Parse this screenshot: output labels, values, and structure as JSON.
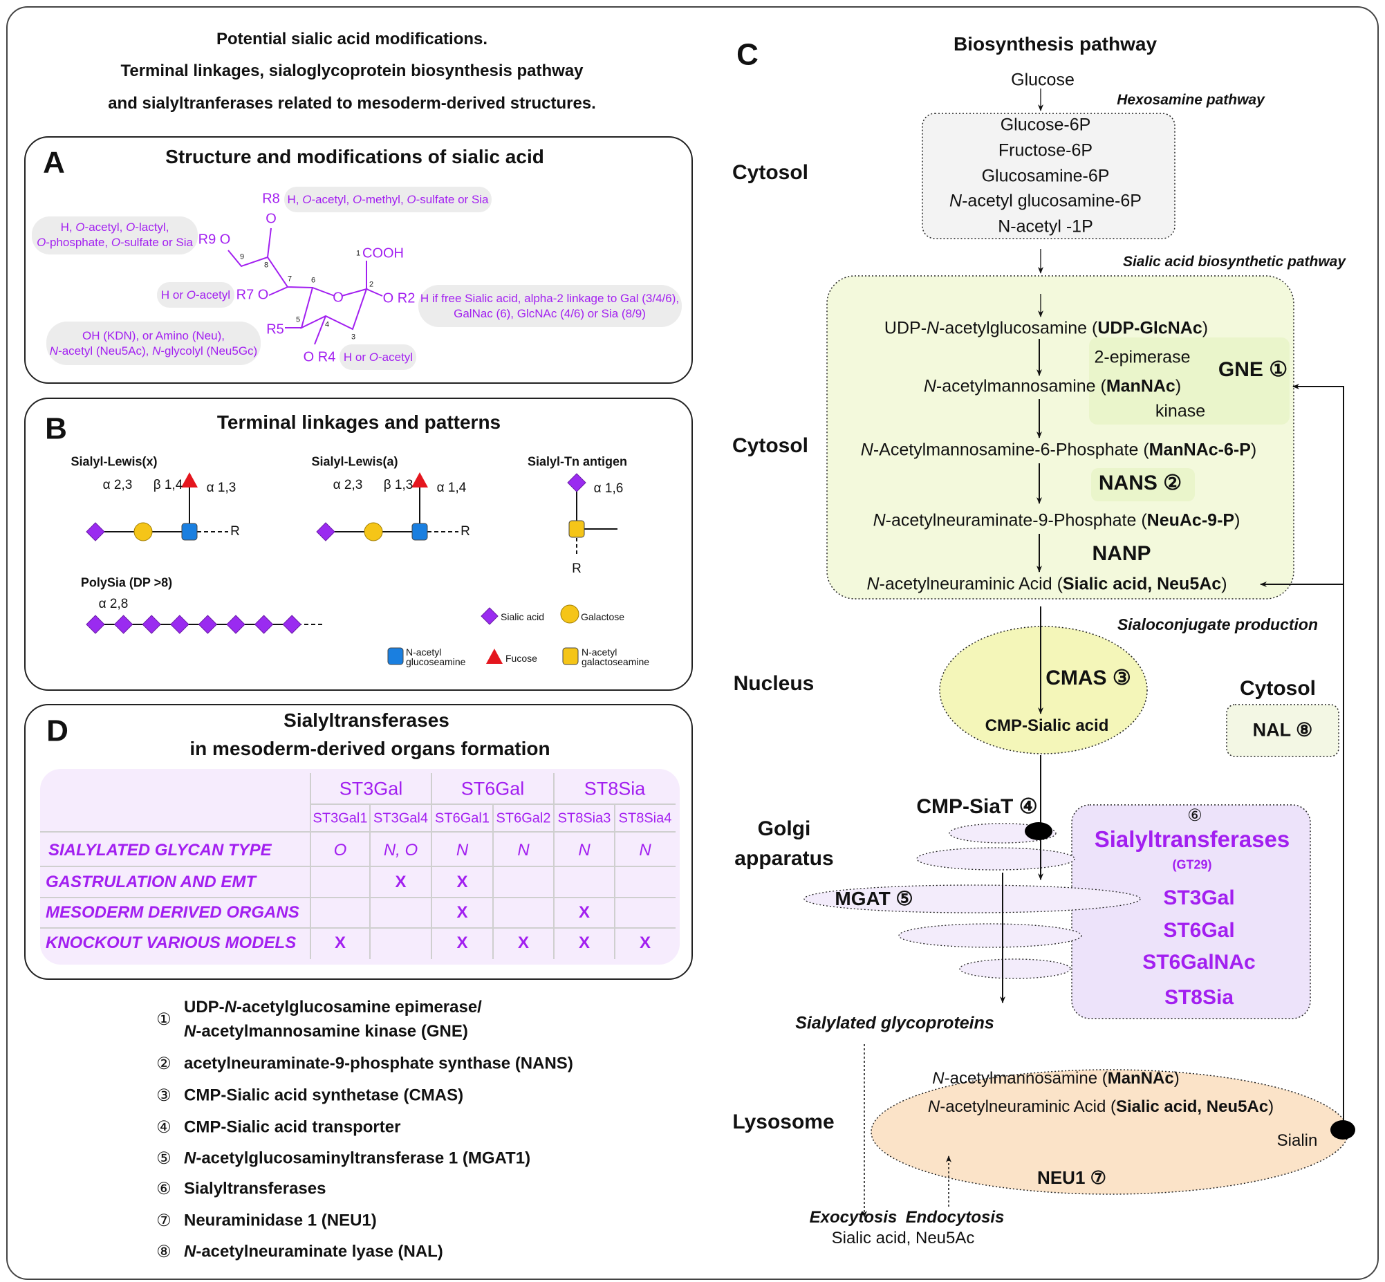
{
  "header": {
    "lines": [
      "Potential sialic acid modifications.",
      "Terminal linkages, sialoglycoprotein biosynthesis pathway",
      "and sialyltranferases related to mesoderm-derived structures."
    ]
  },
  "colors": {
    "purple_text": "#a21ff0",
    "sialic_acid": "#9a2bf0",
    "galactose": "#f5c518",
    "n_acetylglucosamine": "#1a7fe0",
    "fucose": "#e4161e",
    "n_acetylgalactosamine": "#f5c518",
    "cytosol_box": "#f3f9dc",
    "nucleus": "#f4f6b9",
    "lysosome": "#fbe3c8",
    "sialyltransferase_box": "#ede3fa"
  },
  "panel_a": {
    "letter": "A",
    "title": "Structure and modifications of sialic acid",
    "atoms": {
      "r8": "R8",
      "o8": "O",
      "r9": "R9 O",
      "c9": "9",
      "c8": "8",
      "c7": "7",
      "c6": "6",
      "ring_o": "O",
      "c2": "2",
      "c1": "1",
      "cooh": "COOH",
      "r2": "O R2",
      "c3": "3",
      "c4": "4",
      "c5": "5",
      "r5": "R5",
      "r7": "R7 O",
      "r4": "O R4"
    },
    "notes": {
      "r8": [
        {
          "t": "H, "
        },
        {
          "t": "O",
          "s": "i"
        },
        {
          "t": "-acetyl, "
        },
        {
          "t": "O",
          "s": "i"
        },
        {
          "t": "-methyl, "
        },
        {
          "t": "O",
          "s": "i"
        },
        {
          "t": "-sulfate or Sia"
        }
      ],
      "r9": [
        {
          "t": "H, "
        },
        {
          "t": "O",
          "s": "i"
        },
        {
          "t": "-acetyl, "
        },
        {
          "t": "O",
          "s": "i"
        },
        {
          "t": "-lactyl,"
        },
        {
          "br": true
        },
        {
          "t": "O",
          "s": "i"
        },
        {
          "t": "-phosphate, "
        },
        {
          "t": "O",
          "s": "i"
        },
        {
          "t": "-sulfate or Sia"
        }
      ],
      "r7": [
        {
          "t": "H or "
        },
        {
          "t": "O",
          "s": "i"
        },
        {
          "t": "-acetyl"
        }
      ],
      "r2": [
        {
          "t": "H if free Sialic acid, alpha-2 linkage to Gal (3/4/6),"
        },
        {
          "br": true
        },
        {
          "t": "GalNac (6), GlcNAc (4/6) or Sia (8/9)"
        }
      ],
      "r5": [
        {
          "t": "OH (KDN), or Amino (Neu),"
        },
        {
          "br": true
        },
        {
          "t": "N",
          "s": "i"
        },
        {
          "t": "-acetyl (Neu5Ac), "
        },
        {
          "t": "N",
          "s": "i"
        },
        {
          "t": "-glycolyl (Neu5Gc)"
        }
      ],
      "r4": [
        {
          "t": "H or "
        },
        {
          "t": "O",
          "s": "i"
        },
        {
          "t": "-acetyl"
        }
      ]
    }
  },
  "panel_b": {
    "letter": "B",
    "title": "Terminal linkages and patterns",
    "slex": {
      "label": "Sialyl-Lewis(x)",
      "l1": "α 2,3",
      "l2": "β 1,4",
      "l3": "α 1,3",
      "r": "R"
    },
    "slea": {
      "label": "Sialyl-Lewis(a)",
      "l1": "α 2,3",
      "l2": "β 1,3",
      "l3": "α 1,4",
      "r": "R"
    },
    "stn": {
      "label": "Sialyl-Tn antigen",
      "l1": "α 1,6",
      "r": "R"
    },
    "polysia": {
      "label": "PolySia (DP >8)",
      "l1": "α 2,8",
      "count": 8
    },
    "legend": {
      "sialic_acid": "Sialic acid",
      "galactose": "Galactose",
      "glcnac": "N-acetyl glucoseamine",
      "fucose": "Fucose",
      "galnac": "N-acetyl galactoseamine"
    }
  },
  "panel_d": {
    "letter": "D",
    "title_lines": [
      "Sialyltransferases",
      "in mesoderm-derived organs formation"
    ],
    "groups": [
      "ST3Gal",
      "ST6Gal",
      "ST8Sia"
    ],
    "columns": [
      "ST3Gal1",
      "ST3Gal4",
      "ST6Gal1",
      "ST6Gal2",
      "ST8Sia3",
      "ST8Sia4"
    ],
    "rows": [
      {
        "label": "SIALYLATED GLYCAN TYPE",
        "cells": [
          "O",
          "N, O",
          "N",
          "N",
          "N",
          "N"
        ]
      },
      {
        "label": "GASTRULATION AND EMT",
        "cells": [
          "",
          "X",
          "X",
          "",
          "",
          ""
        ]
      },
      {
        "label": "MESODERM DERIVED ORGANS",
        "cells": [
          "",
          "",
          "X",
          "",
          "X",
          ""
        ]
      },
      {
        "label": "KNOCKOUT VARIOUS MODELS",
        "cells": [
          "X",
          "",
          "X",
          "X",
          "X",
          "X"
        ]
      }
    ]
  },
  "enzyme_list": [
    {
      "n": "①",
      "segs": [
        {
          "t": "UDP-"
        },
        {
          "t": "N",
          "s": "i"
        },
        {
          "t": "-acetylglucosamine epimerase/"
        },
        {
          "br": true
        },
        {
          "t": "N",
          "s": "i"
        },
        {
          "t": "-acetylmannosamine kinase (GNE)"
        }
      ]
    },
    {
      "n": "②",
      "segs": [
        {
          "t": "acetylneuraminate-9-phosphate synthase (NANS)"
        }
      ]
    },
    {
      "n": "③",
      "segs": [
        {
          "t": "CMP-Sialic acid synthetase (CMAS)"
        }
      ]
    },
    {
      "n": "④",
      "segs": [
        {
          "t": "CMP-Sialic acid transporter"
        }
      ]
    },
    {
      "n": "⑤",
      "segs": [
        {
          "t": "N",
          "s": "i"
        },
        {
          "t": "-acetylglucosaminyltransferase 1 (MGAT1)"
        }
      ]
    },
    {
      "n": "⑥",
      "segs": [
        {
          "t": "Sialyltransferases"
        }
      ]
    },
    {
      "n": "⑦",
      "segs": [
        {
          "t": "Neuraminidase 1 (NEU1)"
        }
      ]
    },
    {
      "n": "⑧",
      "segs": [
        {
          "t": "N",
          "s": "i"
        },
        {
          "t": "-acetylneuraminate lyase (NAL)"
        }
      ]
    }
  ],
  "panel_c": {
    "letter": "C",
    "title": "Biosynthesis pathway",
    "compartments": {
      "cytosol1": "Cytosol",
      "cytosol2": "Cytosol",
      "nucleus": "Nucleus",
      "golgi": [
        "Golgi",
        "apparatus"
      ],
      "lysosome": "Lysosome",
      "cytosol3": "Cytosol"
    },
    "glucose": "Glucose",
    "hexosamine_label": "Hexosamine pathway",
    "hexosamine": [
      [
        {
          "t": "Glucose-6P"
        }
      ],
      [
        {
          "t": "Fructose-6P"
        }
      ],
      [
        {
          "t": "Glucosamine-6P"
        }
      ],
      [
        {
          "t": "N",
          "s": "i"
        },
        {
          "t": "-acetyl glucosamine-6P"
        }
      ],
      [
        {
          "t": "N-acetyl -1P"
        }
      ]
    ],
    "sialic_label": "Sialic acid biosynthetic pathway",
    "steps": {
      "udp": [
        {
          "t": "UDP-"
        },
        {
          "t": "N",
          "s": "i"
        },
        {
          "t": "-acetylglucosamine ("
        },
        {
          "t": "UDP-GlcNAc",
          "s": "b"
        },
        {
          "t": ")"
        }
      ],
      "mannac": [
        {
          "t": "N",
          "s": "i"
        },
        {
          "t": "-acetylmannosamine ("
        },
        {
          "t": "ManNAc",
          "s": "b"
        },
        {
          "t": ")"
        }
      ],
      "mannac6p": [
        {
          "t": "N",
          "s": "i"
        },
        {
          "t": "-Acetylmannosamine-6-Phosphate ("
        },
        {
          "t": "ManNAc-6-P",
          "s": "b"
        },
        {
          "t": ")"
        }
      ],
      "neuac9p": [
        {
          "t": "N",
          "s": "i"
        },
        {
          "t": "-acetylneuraminate-9-Phosphate ("
        },
        {
          "t": "NeuAc-9-P",
          "s": "b"
        },
        {
          "t": ")"
        }
      ],
      "neu5ac": [
        {
          "t": "N",
          "s": "i"
        },
        {
          "t": "-acetylneuraminic Acid ("
        },
        {
          "t": "Sialic acid, Neu5Ac",
          "s": "b"
        },
        {
          "t": ")"
        }
      ]
    },
    "epimerase": "2-epimerase",
    "kinase": "kinase",
    "gne": "GNE ①",
    "nans": "NANS ②",
    "nanp": "NANP",
    "sialoconj_label": "Sialoconjugate production",
    "cmas": "CMAS ③",
    "cmp_sialic": "CMP-Sialic acid",
    "nal": "NAL ⑧",
    "cmp_siat": "CMP-SiaT ④",
    "mgat": "MGAT ⑤",
    "st_box": {
      "num": "⑥",
      "title": "Sialyltransferases",
      "family": "(GT29)",
      "items": [
        "ST3Gal",
        "ST6Gal",
        "ST6GalNAc",
        "ST8Sia"
      ]
    },
    "sialylated": "Sialylated glycoproteins",
    "lyso": {
      "mannac": [
        {
          "t": "N",
          "s": "i"
        },
        {
          "t": "-acetylmannosamine ("
        },
        {
          "t": "ManNAc",
          "s": "b"
        },
        {
          "t": ")"
        }
      ],
      "neu5ac": [
        {
          "t": "N",
          "s": "i"
        },
        {
          "t": "-acetylneuraminic Acid ("
        },
        {
          "t": "Sialic acid, Neu5Ac",
          "s": "b"
        },
        {
          "t": ")"
        }
      ],
      "sialin": "Sialin",
      "neu1": "NEU1 ⑦"
    },
    "exocytosis": "Exocytosis",
    "endocytosis": "Endocytosis",
    "exo_product": "Sialic acid, Neu5Ac"
  }
}
